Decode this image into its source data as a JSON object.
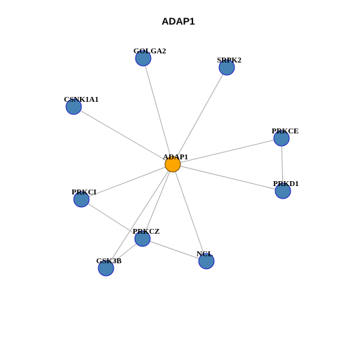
{
  "title": "ADAP1",
  "colors": {
    "hub_fill": "#FFA500",
    "node_fill": "#4682B4",
    "node_stroke": "#1E1EC8",
    "hub_stroke": "#6a4a00",
    "edge": "#A9A9A9"
  },
  "nodes": [
    {
      "id": "ADAP1",
      "label": "ADAP1",
      "hub": true
    },
    {
      "id": "GOLGA2",
      "label": "GOLGA2"
    },
    {
      "id": "SRPK2",
      "label": "SRPK2"
    },
    {
      "id": "CSNK1A1",
      "label": "CSNK1A1"
    },
    {
      "id": "PRKCE",
      "label": "PRKCE"
    },
    {
      "id": "PRKD1",
      "label": "PRKD1"
    },
    {
      "id": "PRKCI",
      "label": "PRKCI"
    },
    {
      "id": "PRKCZ",
      "label": "PRKCZ"
    },
    {
      "id": "NCL",
      "label": "NCL"
    },
    {
      "id": "GSK3B",
      "label": "GSK3B"
    }
  ],
  "edges": [
    [
      "ADAP1",
      "GOLGA2"
    ],
    [
      "ADAP1",
      "SRPK2"
    ],
    [
      "ADAP1",
      "CSNK1A1"
    ],
    [
      "ADAP1",
      "PRKCE"
    ],
    [
      "ADAP1",
      "PRKD1"
    ],
    [
      "ADAP1",
      "PRKCI"
    ],
    [
      "ADAP1",
      "PRKCZ"
    ],
    [
      "ADAP1",
      "NCL"
    ],
    [
      "ADAP1",
      "GSK3B"
    ],
    [
      "PRKCE",
      "PRKD1"
    ],
    [
      "PRKCI",
      "PRKCZ"
    ],
    [
      "PRKCZ",
      "NCL"
    ],
    [
      "PRKCZ",
      "GSK3B"
    ]
  ]
}
